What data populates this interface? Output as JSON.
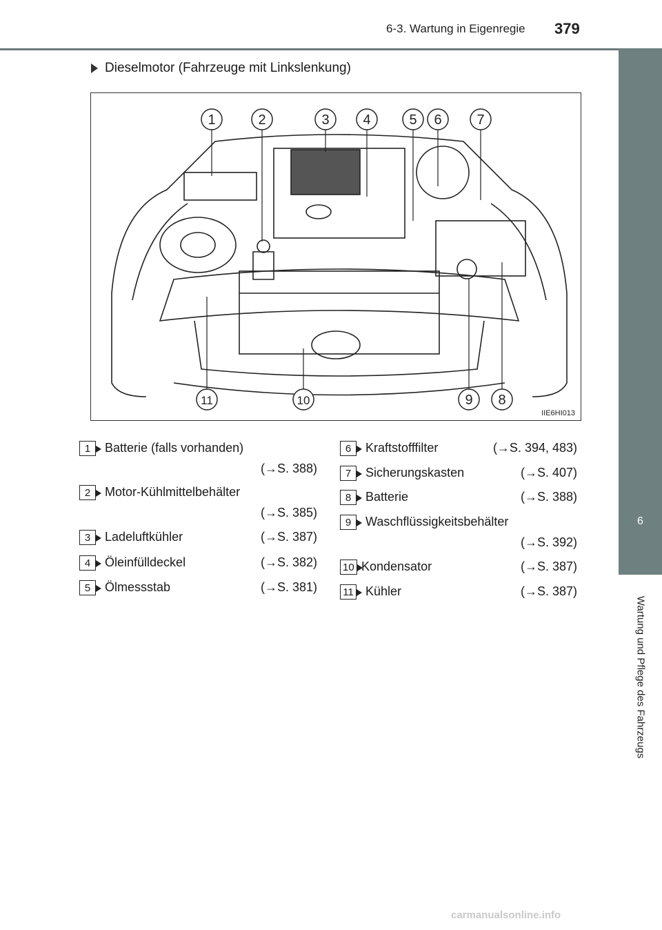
{
  "header": {
    "section_title": "6-3. Wartung in Eigenregie",
    "page_number": "379"
  },
  "side_tab": {
    "chapter_number": "6",
    "chapter_label": "Wartung und Pflege des Fahrzeugs"
  },
  "subtitle": "Dieselmotor (Fahrzeuge mit Linkslenkung)",
  "figure": {
    "code": "IIE6HI013",
    "callouts_top": [
      "1",
      "2",
      "3",
      "4",
      "5",
      "6",
      "7"
    ],
    "callouts_bottom": [
      "11",
      "10",
      "9",
      "8"
    ]
  },
  "legend_left": [
    {
      "num": "1",
      "label": "Batterie (falls vorhanden)",
      "ref": "(→S. 388)",
      "ref_wrapped": true
    },
    {
      "num": "2",
      "label": "Motor-Kühlmittelbehälter",
      "ref": "(→S. 385)",
      "ref_wrapped": true
    },
    {
      "num": "3",
      "label": "Ladeluftkühler",
      "ref": "(→S. 387)",
      "ref_wrapped": false
    },
    {
      "num": "4",
      "label": "Öleinfülldeckel",
      "ref": "(→S. 382)",
      "ref_wrapped": false
    },
    {
      "num": "5",
      "label": "Ölmessstab",
      "ref": "(→S. 381)",
      "ref_wrapped": false
    }
  ],
  "legend_right": [
    {
      "num": "6",
      "label": "Kraftstofffilter",
      "ref": "(→S. 394, 483)",
      "ref_wrapped": false
    },
    {
      "num": "7",
      "label": "Sicherungskasten",
      "ref": "(→S. 407)",
      "ref_wrapped": false
    },
    {
      "num": "8",
      "label": "Batterie",
      "ref": "(→S. 388)",
      "ref_wrapped": false
    },
    {
      "num": "9",
      "label": "Waschflüssigkeitsbehälter",
      "ref": "(→S. 392)",
      "ref_wrapped": true
    },
    {
      "num": "10",
      "label": "Kondensator",
      "ref": "(→S. 387)",
      "ref_wrapped": false
    },
    {
      "num": "11",
      "label": "Kühler",
      "ref": "(→S. 387)",
      "ref_wrapped": false
    }
  ],
  "footer": "carmanualsonline.info"
}
